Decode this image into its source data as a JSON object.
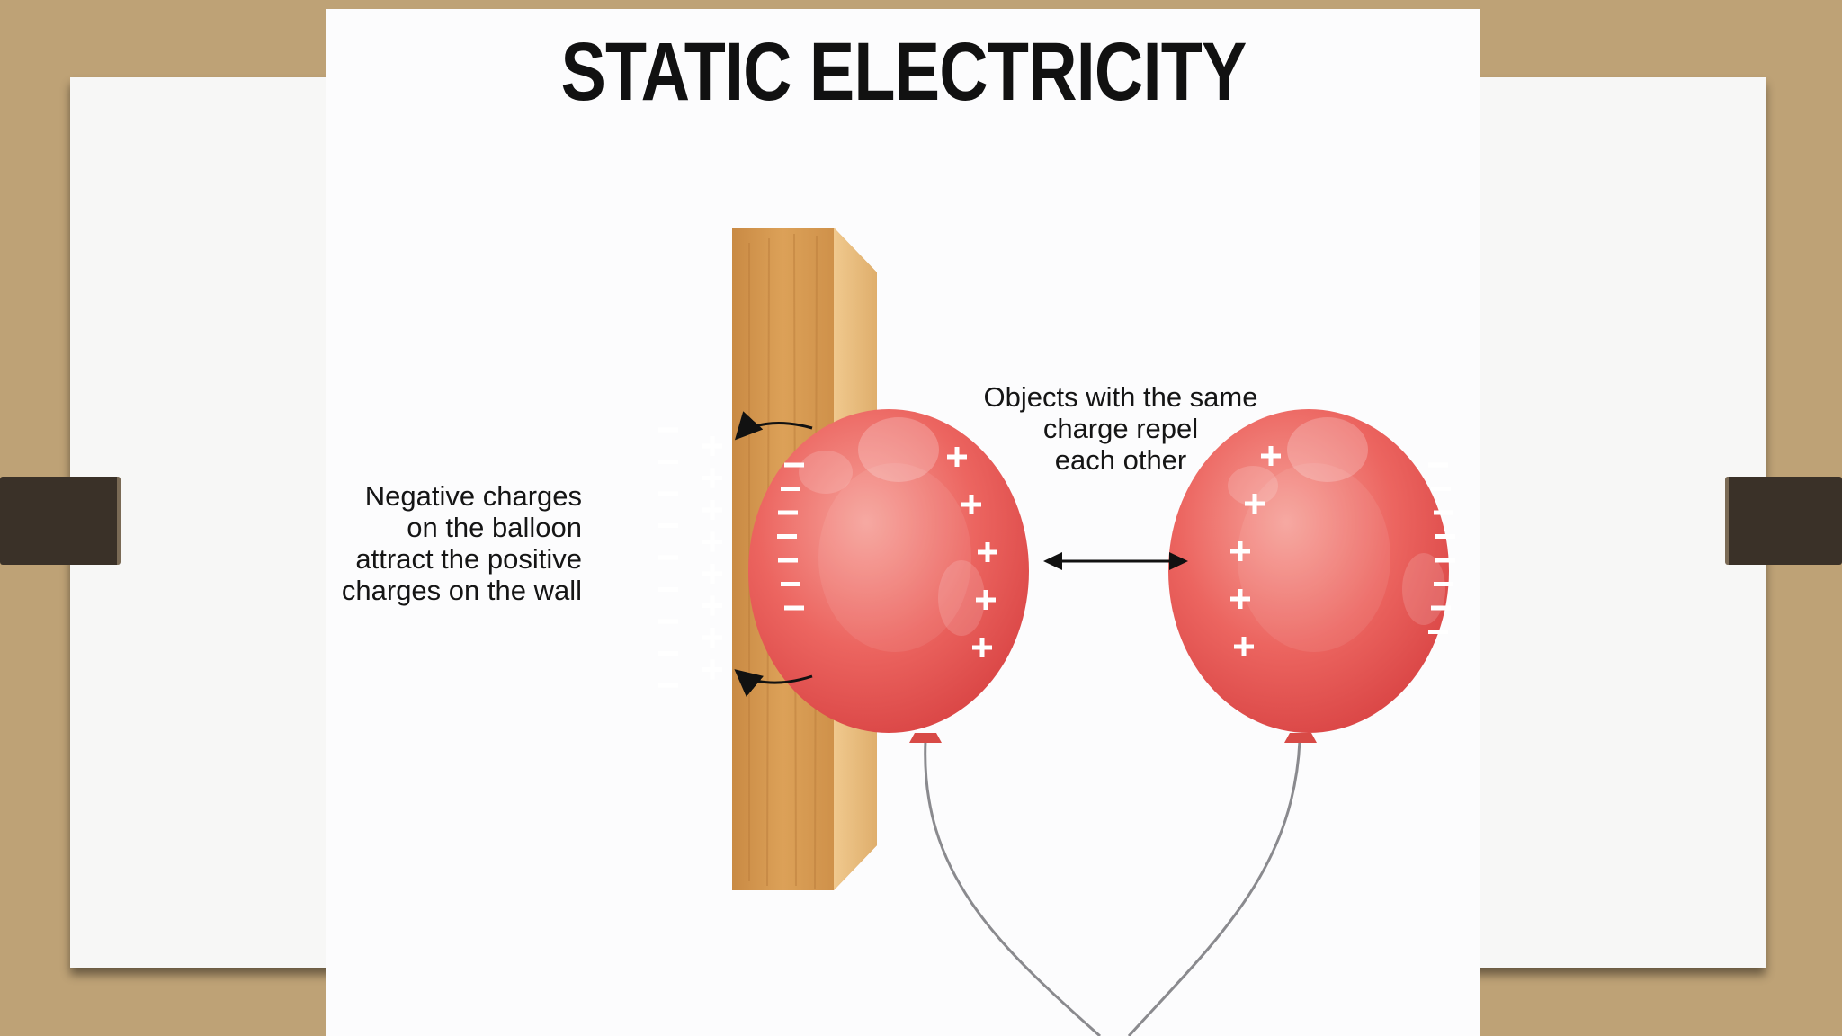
{
  "title": "STATIC ELECTRICITY",
  "caption_left": {
    "lines": [
      "Negative charges",
      "on the balloon",
      "attract the positive",
      "charges on the wall"
    ]
  },
  "caption_right": {
    "lines": [
      "Objects with the same",
      "charge repel",
      "each other"
    ]
  },
  "wall": {
    "negative_count": 9,
    "positive_count": 8
  },
  "balloon_left": {
    "negative_count": 7,
    "positive_count": 5
  },
  "balloon_right": {
    "negative_count": 8,
    "positive_count": 5
  },
  "colors": {
    "background": "#bea276",
    "panel": "#fcfcfd",
    "balloon": "#ec5f5a",
    "wood_front": "#d79a50",
    "wood_side": "#e6b877",
    "charge_sign": "#ffffff"
  }
}
